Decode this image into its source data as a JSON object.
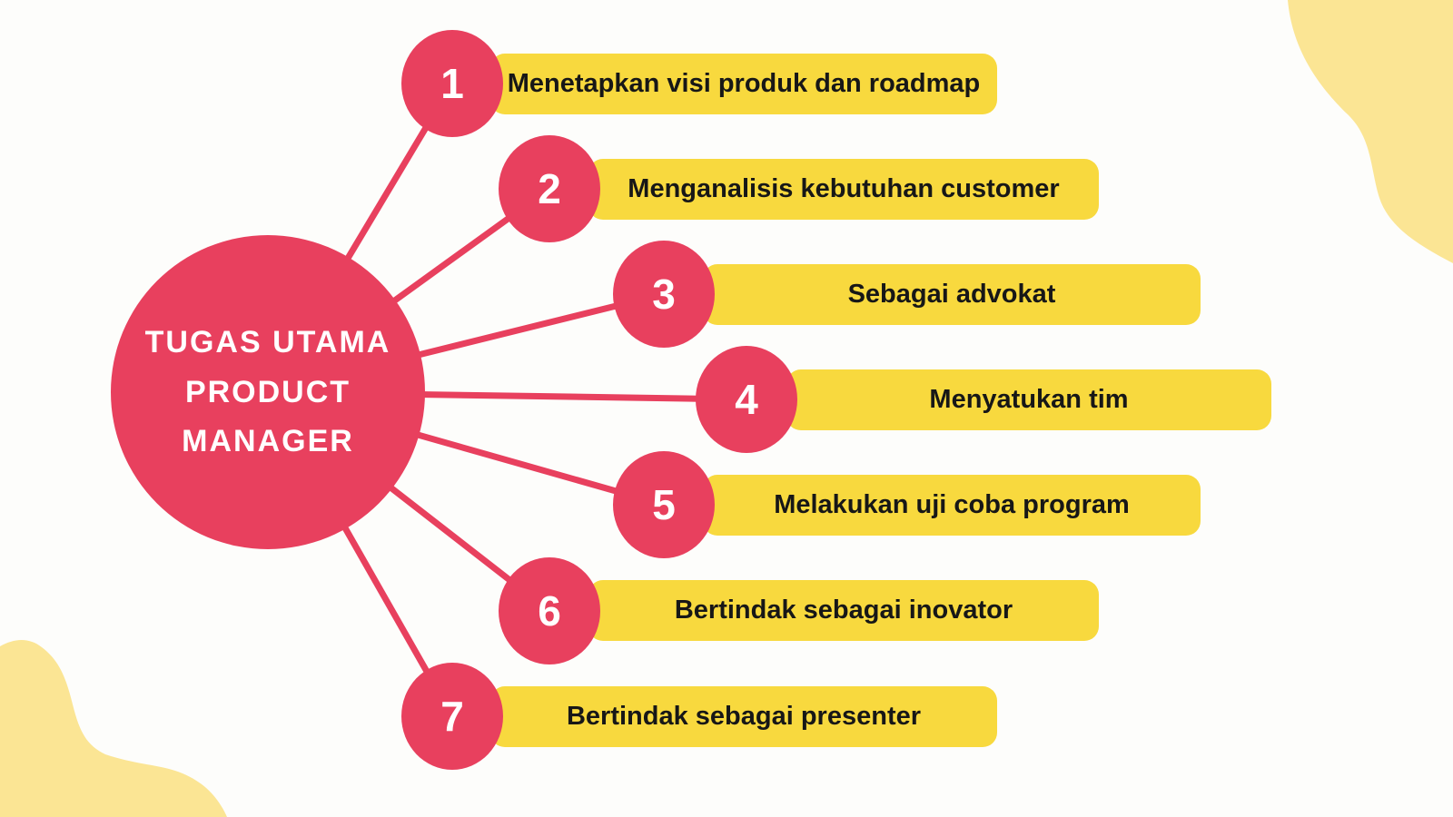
{
  "title": {
    "lines": [
      "TUGAS UTAMA",
      "PRODUCT",
      "MANAGER"
    ],
    "full_text": "TUGAS UTAMA PRODUCT MANAGER"
  },
  "items": [
    {
      "number": "1",
      "label": "Menetapkan visi produk dan roadmap"
    },
    {
      "number": "2",
      "label": "Menganalisis kebutuhan customer"
    },
    {
      "number": "3",
      "label": "Sebagai advokat"
    },
    {
      "number": "4",
      "label": "Menyatukan tim"
    },
    {
      "number": "5",
      "label": "Melakukan uji coba program"
    },
    {
      "number": "6",
      "label": "Bertindak sebagai inovator"
    },
    {
      "number": "7",
      "label": "Bertindak sebagai presenter"
    }
  ],
  "colors": {
    "accent_red": "#E8405E",
    "bar_yellow": "#F8D93E",
    "blob_yellow": "#FBE594",
    "text_dark": "#171717",
    "background": "#FDFDFB",
    "number_text": "#FFFFFF",
    "title_text": "#FFFFFF"
  }
}
